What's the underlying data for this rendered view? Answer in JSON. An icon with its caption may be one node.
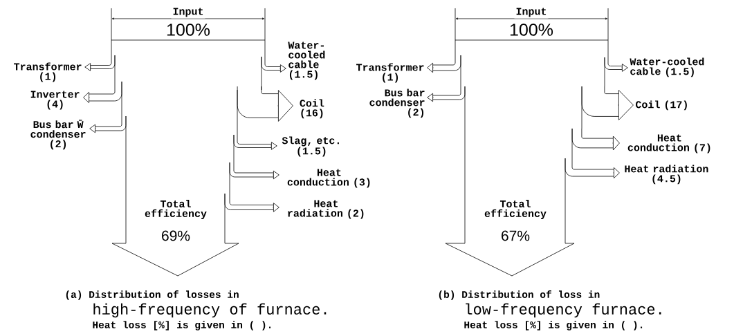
{
  "diagram": {
    "nodes": [
      {
        "text": [
          "Input",
          "100%",
          "Total efficiency",
          "69%"
        ]
      },
      {
        "text": [
          "Transformer (1)"
        ]
      },
      {
        "text": [
          "Inverter (4)"
        ]
      },
      {
        "text": [
          "Bus bar W̄ condenser (2)"
        ]
      },
      {
        "text": [
          "Water-cooled cable (1.5)"
        ]
      },
      {
        "text": [
          "Coil (16)"
        ]
      },
      {
        "text": [
          "Slag, etc. (1.5)"
        ]
      },
      {
        "text": [
          "Heat conduction (3)"
        ]
      },
      {
        "text": [
          "Heat radiation (2)"
        ]
      },
      {
        "text": [
          "Input",
          "100%",
          "Total efficiency",
          "67%"
        ]
      },
      {
        "text": [
          "Transformer (1)"
        ]
      },
      {
        "text": [
          "Bus bar condenser (2)"
        ]
      },
      {
        "text": [
          "Water-cooled cable (1.5)"
        ]
      },
      {
        "text": [
          "Coil (17)"
        ]
      },
      {
        "text": [
          "Heat conduction (7)"
        ]
      },
      {
        "text": [
          "Heat radiation (4.5)"
        ]
      }
    ],
    "edges": [
      {
        "from": 0,
        "to": 1,
        "arrow": "to"
      },
      {
        "from": 0,
        "to": 2,
        "arrow": "to"
      },
      {
        "from": 0,
        "to": 3,
        "arrow": "to"
      },
      {
        "from": 0,
        "to": 4,
        "arrow": "to"
      },
      {
        "from": 0,
        "to": 5,
        "arrow": "to"
      },
      {
        "from": 0,
        "to": 6,
        "arrow": "to"
      },
      {
        "from": 0,
        "to": 7,
        "arrow": "to"
      },
      {
        "from": 0,
        "to": 8,
        "arrow": "to"
      },
      {
        "from": 9,
        "to": 10,
        "arrow": "to"
      },
      {
        "from": 9,
        "to": 11,
        "arrow": "to"
      },
      {
        "from": 9,
        "to": 12,
        "arrow": "to"
      },
      {
        "from": 9,
        "to": 13,
        "arrow": "to"
      },
      {
        "from": 9,
        "to": 14,
        "arrow": "to"
      },
      {
        "from": 9,
        "to": 15,
        "arrow": "to"
      }
    ],
    "labels": [
      "(a) Distribution of losses in",
      "high-frequency of furnace.",
      "Heat loss [%] is given in ( ).",
      "(b) Distribution of loss in",
      "low-frequency furnace.",
      "Heat loss [%] is given in ( )."
    ]
  }
}
